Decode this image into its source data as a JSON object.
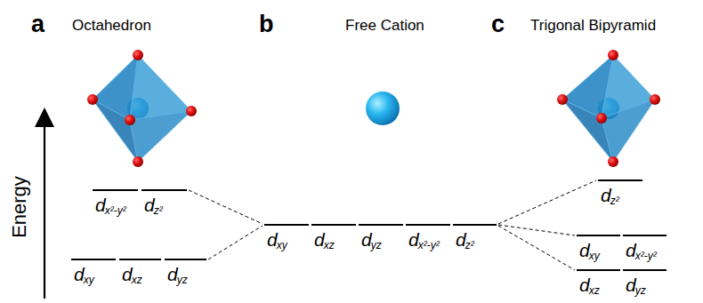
{
  "diagram": {
    "labels": [
      "a",
      "Octahedron",
      "b",
      "Free Cation",
      "c",
      "Trigonal Bipyramid",
      "Energy",
      "d",
      "x²-y²",
      "d",
      "z²",
      "d",
      "xy",
      "d",
      "xz",
      "d",
      "yz",
      "d",
      "xy",
      "d",
      "xz",
      "d",
      "yz",
      "d",
      "x²-y²",
      "d",
      "z²",
      "d",
      "z²",
      "d",
      "xy",
      "d",
      "x²-y²",
      "d",
      "xz",
      "d",
      "yz"
    ]
  }
}
